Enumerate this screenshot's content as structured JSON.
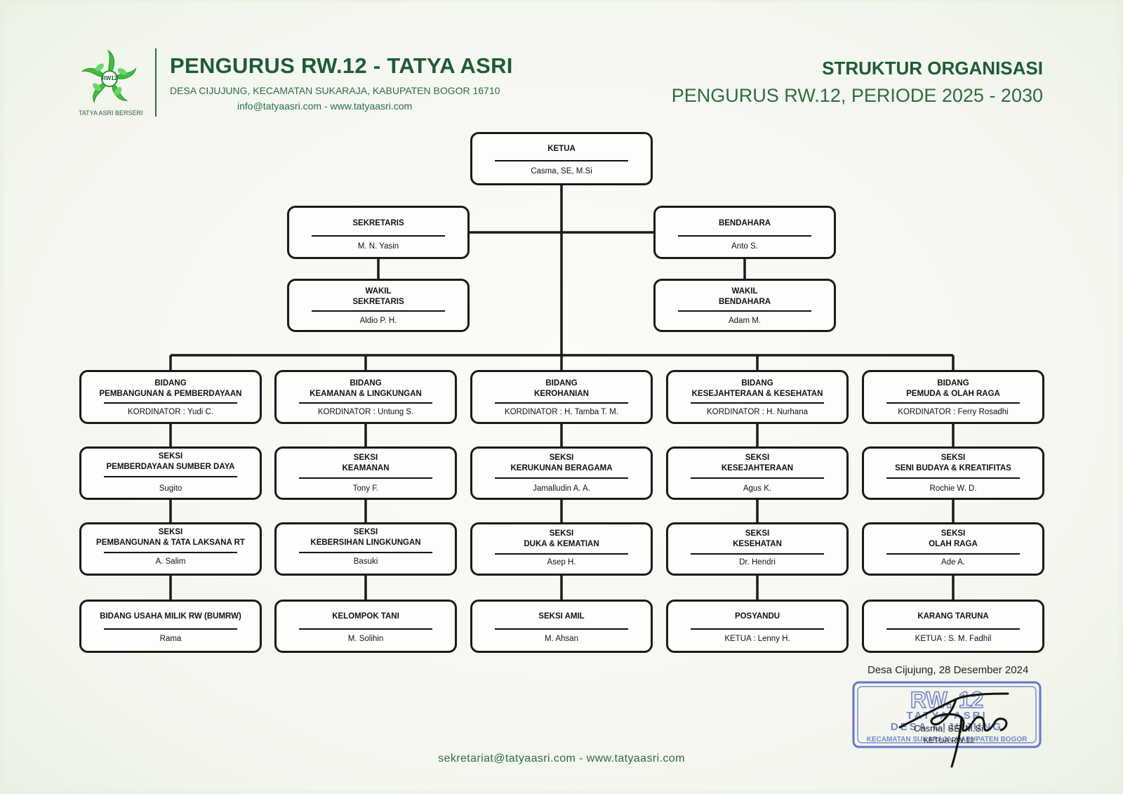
{
  "header": {
    "logo_badge": "RW12",
    "logo_caption": "TATYA ASRI BERSERI",
    "org_title": "PENGURUS RW.12 - TATYA ASRI",
    "address": "DESA CIJUJUNG, KECAMATAN SUKARAJA, KABUPATEN BOGOR 16710",
    "contact": "info@tatyaasri.com - www.tatyaasri.com",
    "doc_title": "STRUKTUR ORGANISASI",
    "doc_subtitle": "PENGURUS RW.12, PERIODE 2025 - 2030"
  },
  "colors": {
    "brand_green": "#1e5b34",
    "leaf_green": "#3fbf3f",
    "stamp_blue": "#4a5fbf",
    "line": "#1a1a1a"
  },
  "chart": {
    "ketua": {
      "title": "KETUA",
      "name": "Casma, SE, M.Si"
    },
    "sekretaris": {
      "title": "SEKRETARIS",
      "name": "M. N. Yasin"
    },
    "bendahara": {
      "title": "BENDAHARA",
      "name": "Anto S."
    },
    "wakil_sekretaris": {
      "title": "WAKIL\nSEKRETARIS",
      "name": "Aldio P. H."
    },
    "wakil_bendahara": {
      "title": "WAKIL\nBENDAHARA",
      "name": "Adam M."
    },
    "columns": [
      {
        "bidang": {
          "title": "BIDANG\nPEMBANGUNAN & PEMBERDAYAAN",
          "name": "KORDINATOR : Yudi C."
        },
        "seksi_1": {
          "title": "SEKSI\nPEMBERDAYAAN SUMBER DAYA",
          "name": "Sugito"
        },
        "seksi_2": {
          "title": "SEKSI\nPEMBANGUNAN & TATA LAKSANA RT",
          "name": "A. Salim"
        },
        "unit": {
          "title": "BIDANG USAHA MILIK RW (BUMRW)",
          "name": "Rama"
        }
      },
      {
        "bidang": {
          "title": "BIDANG\nKEAMANAN & LINGKUNGAN",
          "name": "KORDINATOR : Untung S."
        },
        "seksi_1": {
          "title": "SEKSI\nKEAMANAN",
          "name": "Tony F."
        },
        "seksi_2": {
          "title": "SEKSI\nKEBERSIHAN LINGKUNGAN",
          "name": "Basuki"
        },
        "unit": {
          "title": "KELOMPOK TANI",
          "name": "M. Solihin"
        }
      },
      {
        "bidang": {
          "title": "BIDANG\nKEROHANIAN",
          "name": "KORDINATOR : H. Tamba T. M."
        },
        "seksi_1": {
          "title": "SEKSI\nKERUKUNAN BERAGAMA",
          "name": "Jamalludin A. A."
        },
        "seksi_2": {
          "title": "SEKSI\nDUKA & KEMATIAN",
          "name": "Asep H."
        },
        "unit": {
          "title": "SEKSI AMIL",
          "name": "M. Ahsan"
        }
      },
      {
        "bidang": {
          "title": "BIDANG\nKESEJAHTERAAN & KESEHATAN",
          "name": "KORDINATOR : H. Nurhana"
        },
        "seksi_1": {
          "title": "SEKSI\nKESEJAHTERAAN",
          "name": "Agus K."
        },
        "seksi_2": {
          "title": "SEKSI\nKESEHATAN",
          "name": "Dr. Hendri"
        },
        "unit": {
          "title": "POSYANDU",
          "name": "KETUA : Lenny H."
        }
      },
      {
        "bidang": {
          "title": "BIDANG\nPEMUDA & OLAH RAGA",
          "name": "KORDINATOR : Ferry Rosadhi"
        },
        "seksi_1": {
          "title": "SEKSI\nSENI BUDAYA & KREATIFITAS",
          "name": "Rochie W. D."
        },
        "seksi_2": {
          "title": "SEKSI\nOLAH RAGA",
          "name": "Ade A."
        },
        "unit": {
          "title": "KARANG TARUNA",
          "name": "KETUA : S. M. Fadhil"
        }
      }
    ]
  },
  "signature": {
    "date": "Desa Cijujung, 28 Desember 2024",
    "name": "Casma, SE, M.Si",
    "role": "KETUA RW.12",
    "stamp_lines": [
      "RW. 12",
      "TATYA ASRI",
      "DESA CIJUJUNG",
      "KECAMATAN SUKARAJA, KABUPATEN BOGOR"
    ]
  },
  "footer": {
    "contact": "sekretariat@tatyaasri.com - www.tatyaasri.com"
  }
}
